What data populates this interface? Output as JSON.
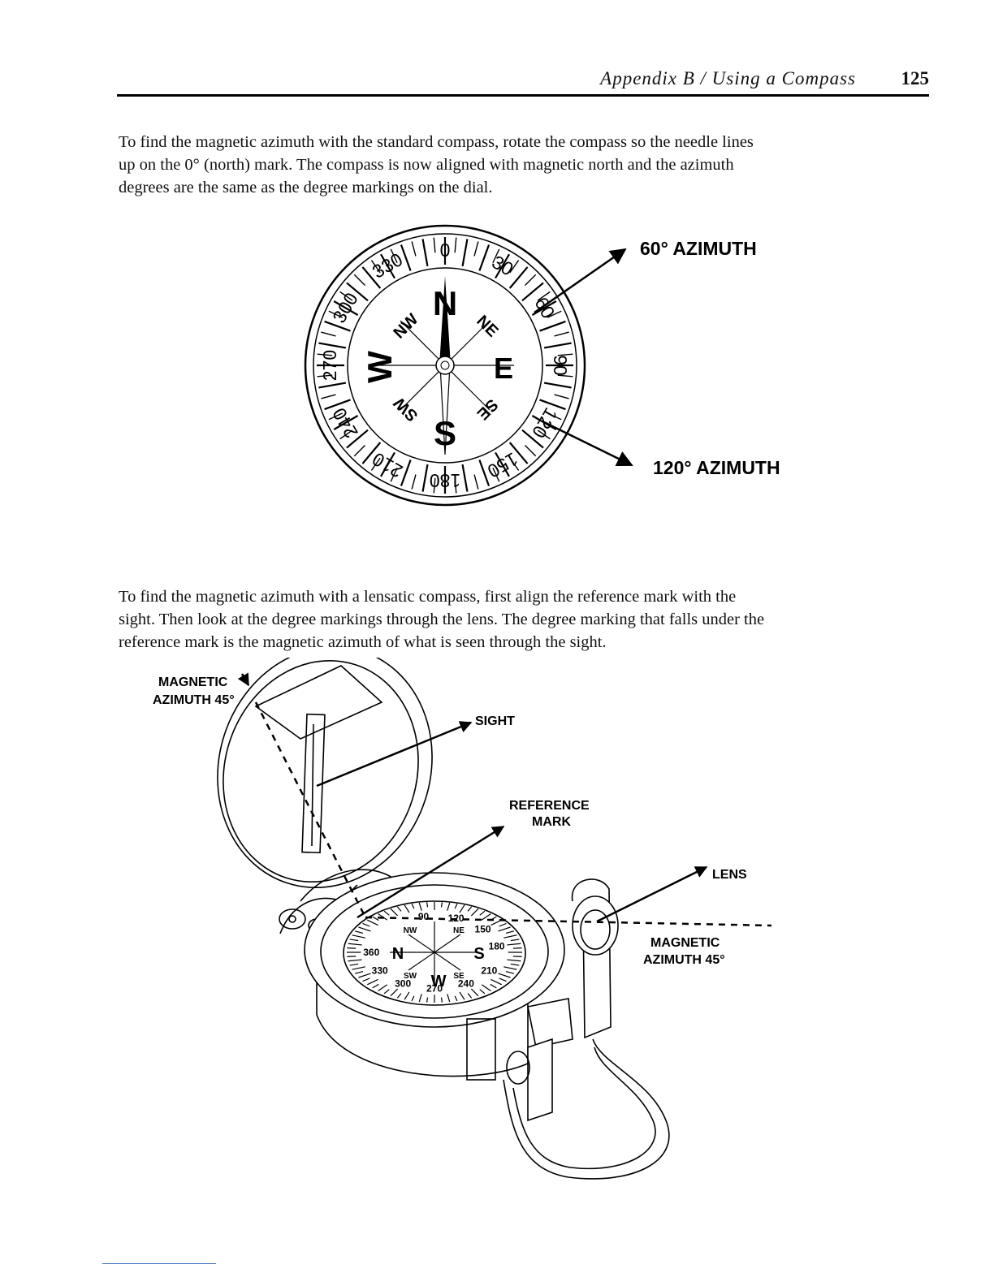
{
  "header": {
    "title": "Appendix B / Using a Compass",
    "page_number": "125"
  },
  "paragraphs": [
    "To find the magnetic azimuth with the standard compass, rotate the compass so the needle lines up on the 0° (north) mark. The compass is now aligned with magnetic north and the azimuth degrees are the same as the degree markings on the dial.",
    "To find the magnetic azimuth with a lensatic compass, first align the reference mark with the sight. Then look at the degree markings through the lens. The degree marking that falls under the reference mark is the magnetic azimuth of what is seen through the sight."
  ],
  "figure1": {
    "dial_labels": [
      "0",
      "30",
      "60",
      "90",
      "120",
      "150",
      "180",
      "210",
      "240",
      "270",
      "300",
      "330"
    ],
    "directions": {
      "n": "N",
      "s": "S",
      "e": "E",
      "w": "W",
      "ne": "NE",
      "nw": "NW",
      "se": "SE",
      "sw": "SW"
    },
    "callout_60": "60° AZIMUTH",
    "callout_120": "120° AZIMUTH"
  },
  "figure2": {
    "magnetic_azimuth_top": [
      "MAGNETIC",
      "AZIMUTH 45°"
    ],
    "sight": "SIGHT",
    "reference_mark": [
      "REFERENCE",
      "MARK"
    ],
    "lens": "LENS",
    "magnetic_azimuth_right": [
      "MAGNETIC",
      "AZIMUTH 45°"
    ],
    "dial_numbers": [
      "90",
      "120",
      "150",
      "180",
      "360",
      "330",
      "300",
      "270",
      "240",
      "210"
    ],
    "directions": {
      "n": "N",
      "s": "S",
      "w": "W",
      "ne": "NE",
      "nw": "NW",
      "se": "SE",
      "sw": "SW"
    }
  }
}
